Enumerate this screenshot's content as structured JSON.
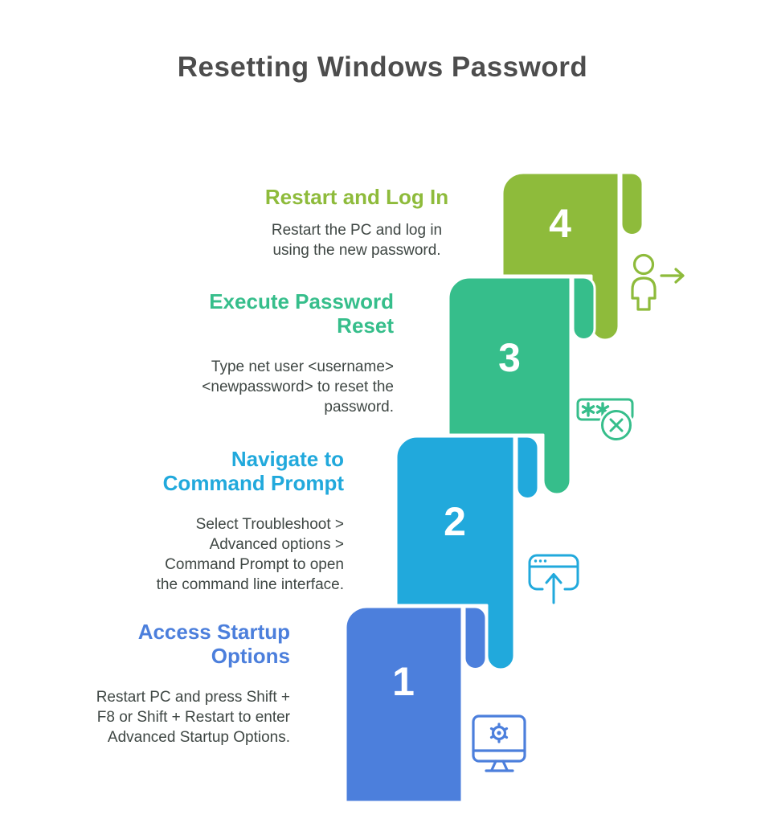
{
  "title": "Resetting Windows Password",
  "steps": [
    {
      "number": "1",
      "heading_lines": [
        "Access Startup",
        "Options"
      ],
      "desc_lines": [
        "Restart PC and press Shift +",
        "F8 or Shift + Restart to enter",
        "Advanced Startup Options."
      ],
      "color": "#4C7FDC",
      "icon": "startup-settings-monitor-icon"
    },
    {
      "number": "2",
      "heading_lines": [
        "Navigate to",
        "Command Prompt"
      ],
      "desc_lines": [
        "Select Troubleshoot >",
        "Advanced options >",
        "Command Prompt to open",
        "the command line interface."
      ],
      "color": "#21A9DC",
      "icon": "command-prompt-window-icon"
    },
    {
      "number": "3",
      "heading_lines": [
        "Execute Password",
        "Reset"
      ],
      "desc_lines": [
        "Type net user <username>",
        "<newpassword> to reset the",
        "password."
      ],
      "color": "#36BE8B",
      "icon": "password-reset-icon"
    },
    {
      "number": "4",
      "heading_lines": [
        "Restart and Log In"
      ],
      "desc_lines": [
        "Restart the PC and log in",
        "using the new password."
      ],
      "color": "#8EBB3B",
      "icon": "login-person-arrow-icon"
    }
  ],
  "text_color": "#3F4744",
  "title_color": "#4D4D4D"
}
